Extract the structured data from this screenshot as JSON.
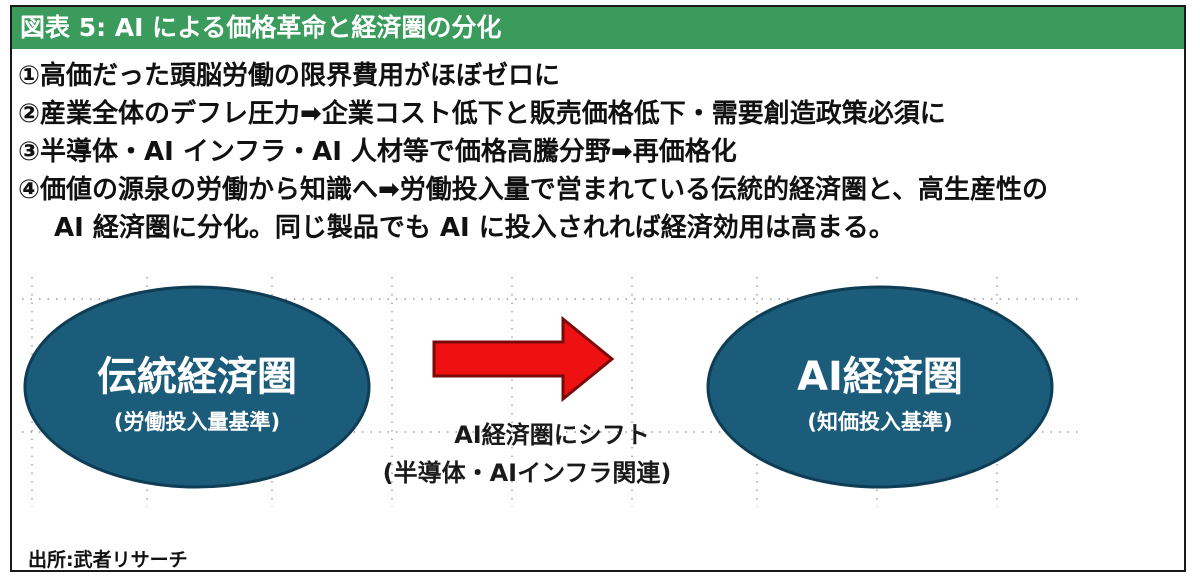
{
  "header": {
    "title": "図表 5: AI による価格革命と経済圏の分化"
  },
  "points": [
    "①高価だった頭脳労働の限界費用がほぼゼロに",
    "②産業全体のデフレ圧力➡企業コスト低下と販売価格低下・需要創造政策必須に",
    "③半導体・AI インフラ・AI 人材等で価格高騰分野➡再価格化",
    "④価値の源泉の労働から知識へ➡労働投入量で営まれている伝統的経済圏と、高生産性の",
    "AI 経済圏に分化。同じ製品でも AI に投入されれば経済効用は高まる。"
  ],
  "diagram": {
    "left_oval": {
      "title": "伝統経済圏",
      "subtitle": "(労働投入量基準)"
    },
    "right_oval": {
      "title": "AI経済圏",
      "subtitle": "(知価投入基準)"
    },
    "arrow_label_1": "AI経済圏にシフト",
    "arrow_label_2": "(半導体・AIインフラ関連)",
    "colors": {
      "oval_fill": "#1b5c7a",
      "oval_stroke": "#0e3d55",
      "arrow_fill": "#ee1111",
      "arrow_stroke": "#7a0a0a",
      "header_bg": "#3a9b5c"
    }
  },
  "source": "出所:武者リサーチ"
}
